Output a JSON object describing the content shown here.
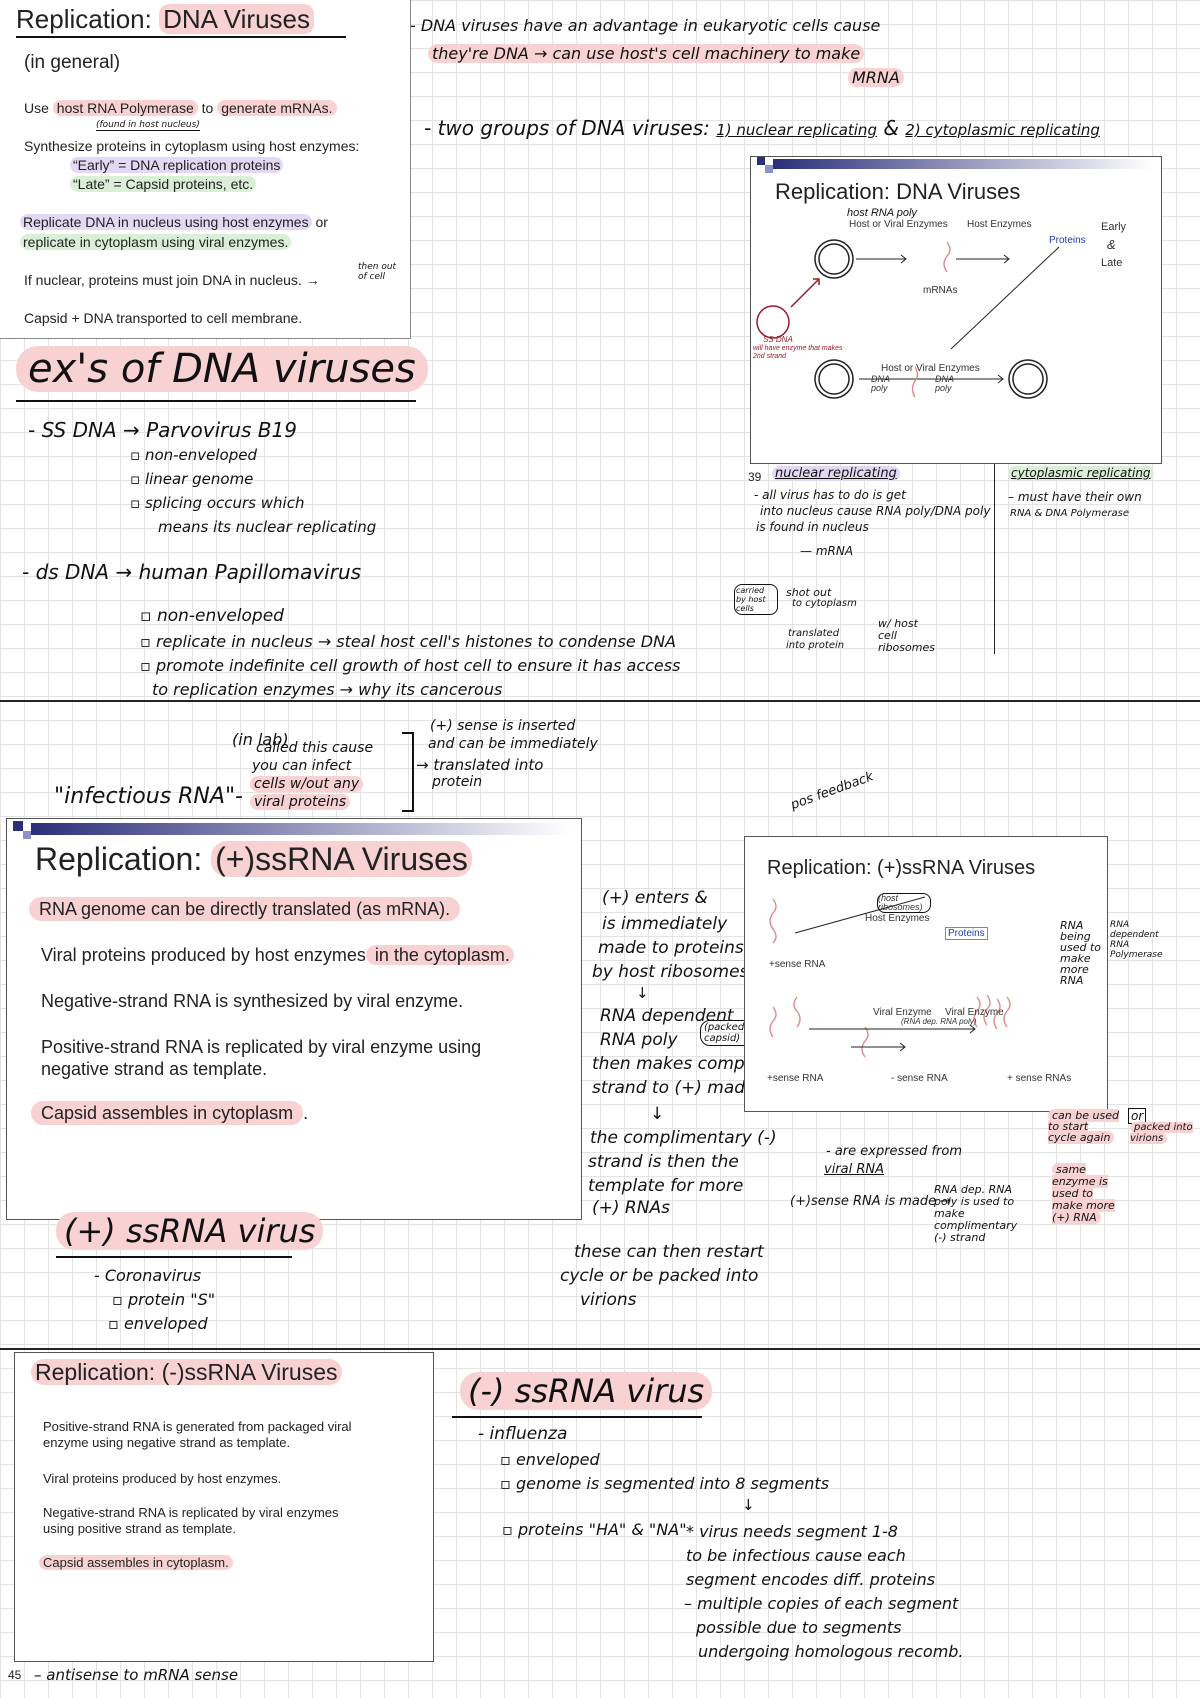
{
  "slide1": {
    "title": "Replication: DNA Viruses",
    "subtitle": "(in general)",
    "line1_pre": "Use ",
    "line1_h1": "host RNA Polymerase",
    "line1_mid": " to ",
    "line1_h2": "generate mRNAs.",
    "line1_note": "(found in host nucleus)",
    "line2": "Synthesize proteins in cytoplasm using host enzymes:",
    "line3": "“Early” = DNA replication proteins",
    "line4": "“Late” = Capsid proteins, etc.",
    "line5_h": "Replicate DNA in nucleus using host enzymes",
    "line5_post": " or",
    "line6": "replicate in cytoplasm using viral enzymes.",
    "line7": "If nuclear, proteins must join DNA in nucleus.",
    "line7_note": "then out of cell",
    "line8": "Capsid + DNA transported to cell membrane."
  },
  "notes_top": {
    "n1a": "- DNA viruses have an advantage in eukaryotic cells cause",
    "n1b": "they're  DNA → can use host's cell machinery to make",
    "n1c": "MRNA",
    "n2_pre": "- two groups of DNA viruses:",
    "n2_g1": "1) nuclear replicating",
    "n2_amp": "&",
    "n2_g2": "2) cytoplasmic replicating"
  },
  "slide2": {
    "title": "Replication: DNA Viruses",
    "host_rna_poly": "host RNA poly",
    "host_or_viral": "Host or Viral Enzymes",
    "host_enzymes": "Host Enzymes",
    "proteins": "Proteins",
    "early": "Early",
    "amp": "&",
    "late": "Late",
    "mrnas": "mRNAs",
    "host_or_viral2": "Host or Viral  Enzymes",
    "dna_poly1": "DNA poly",
    "dna_poly2": "DNA poly",
    "ssdna": "SS DNA",
    "ssdna_note": "will have enzyme that makes 2nd strand",
    "page_num": "39"
  },
  "nuclear": {
    "title": "nuclear replicating",
    "l1": "- all virus has to do is get",
    "l2": "into nucleus cause RNA poly/DNA poly",
    "l3": "is found in nucleus",
    "l4": "— mRNA",
    "l5": "carried by host cells",
    "l6": "shot out",
    "l7": "to cytoplasm",
    "l8": "translated",
    "l9": "into protein",
    "l10": "w/ host cell ribosomes"
  },
  "cyto": {
    "title": "cytoplasmic replicating",
    "l1": "– must have their own",
    "l2": "RNA & DNA Polymerase"
  },
  "exs": {
    "title": "ex's of DNA viruses",
    "ss": "- SS DNA → Parvovirus B19",
    "ss1": "non-enveloped",
    "ss2": "linear genome",
    "ss3": "splicing occurs which",
    "ss4": "means its nuclear replicating",
    "ds": "- ds DNA → human Papillomavirus",
    "ds1": "non-enveloped",
    "ds2": "replicate in nucleus → steal host cell's histones to condense DNA",
    "ds3": "promote indefinite cell growth of host cell to ensure it has access",
    "ds4": "to replication enzymes → why its cancerous"
  },
  "infectious": {
    "quote": "\"infectious RNA\"-",
    "inlab": "(in lab)",
    "a1": "called this cause",
    "a2": "you can infect",
    "a3": "cells w/out any",
    "a4": "viral proteins",
    "b1": "(+) sense is inserted",
    "b2": "and can be immediately",
    "b3": "→ translated into",
    "b4": "protein",
    "pos": "pos feedback"
  },
  "slide3": {
    "title_pre": "Replication: ",
    "title_h": "(+)ssRNA Viruses",
    "l1": "RNA genome can be directly translated (as mRNA).",
    "l2_pre": "Viral proteins produced by host enzymes",
    "l2_h": " in the cytoplasm.",
    "l3": "Negative-strand RNA is synthesized by viral enzyme.",
    "l4a": "Positive-strand RNA is replicated by viral enzyme using",
    "l4b": "negative strand as template.",
    "l5_h": "Capsid assembles in cytoplasm",
    "l5_post": "."
  },
  "mid_notes": {
    "m1": "(+) enters &",
    "m2": "is immediately",
    "m3": "made to proteins",
    "m4": "by host ribosomes",
    "m5": "RNA dependent",
    "m6": "RNA poly",
    "m6b": "(packed into capsid)",
    "m7": "then makes complime.",
    "m8": "strand to (+) made.",
    "m9": "the complimentary (-)",
    "m10": "strand is then the",
    "m11": "template for more",
    "m12": "(+) RNAs",
    "m13": "these can then restart",
    "m14": "cycle or be packed into",
    "m15": "virions"
  },
  "slide4": {
    "title": "Replication: (+)ssRNA Viruses",
    "host_ribo": "(host ribosomes)",
    "host_enzymes": "Host Enzymes",
    "proteins": "Proteins",
    "sense1": "+sense RNA",
    "viral_enzyme1": "Viral Enzyme",
    "viral_enzyme2": "Viral Enzyme",
    "rna_dep": "(RNA dep. RNA poly)",
    "sense2": "+sense RNA",
    "antisense": "- sense RNA",
    "sense3": "+ sense RNAs",
    "r1": "RNA being used to make more RNA",
    "r2": "RNA dependent RNA Polymerase",
    "restart": "can be used to start cycle again",
    "or": "or",
    "packed": "packed into virions",
    "expressed1": "- are expressed from",
    "expressed2": "viral RNA",
    "sense_made": "(+)sense RNA is made →",
    "rna_dep2": "RNA dep. RNA poly is used to make complimentary (-) strand",
    "same": "same enzyme is used to make more (+) RNA"
  },
  "plus_ss": {
    "title": "(+) ssRNA virus",
    "l1": "- Coronavirus",
    "l2": "protein \"S\"",
    "l3": "enveloped"
  },
  "slide5": {
    "title": "Replication: (-)ssRNA Viruses",
    "l1a": "Positive-strand RNA is generated from packaged viral",
    "l1b": "enzyme using negative strand as template.",
    "l2": "Viral proteins produced by host enzymes.",
    "l3a": "Negative-strand RNA is replicated by viral enzymes",
    "l3b": "using positive strand as template.",
    "l4": "Capsid assembles in cytoplasm.",
    "page_num": "45",
    "bottom": "– antisense to mRNA sense"
  },
  "minus_ss": {
    "title": "(-) ssRNA virus",
    "l1": "- influenza",
    "l2": "enveloped",
    "l3": "genome is segmented into 8 segments",
    "l4": "proteins \"HA\" & \"NA\"",
    "n1": "* virus needs segment 1-8",
    "n2": "to be infectious cause each",
    "n3": "segment encodes diff. proteins",
    "n4": "– multiple copies of each segment",
    "n5": "possible due to segments",
    "n6": "undergoing homologous recomb."
  },
  "colors": {
    "pink": "#f8d2d2",
    "purple": "#e4d9f5",
    "green": "#d9f0d6",
    "navy": "#2b2f7a"
  }
}
